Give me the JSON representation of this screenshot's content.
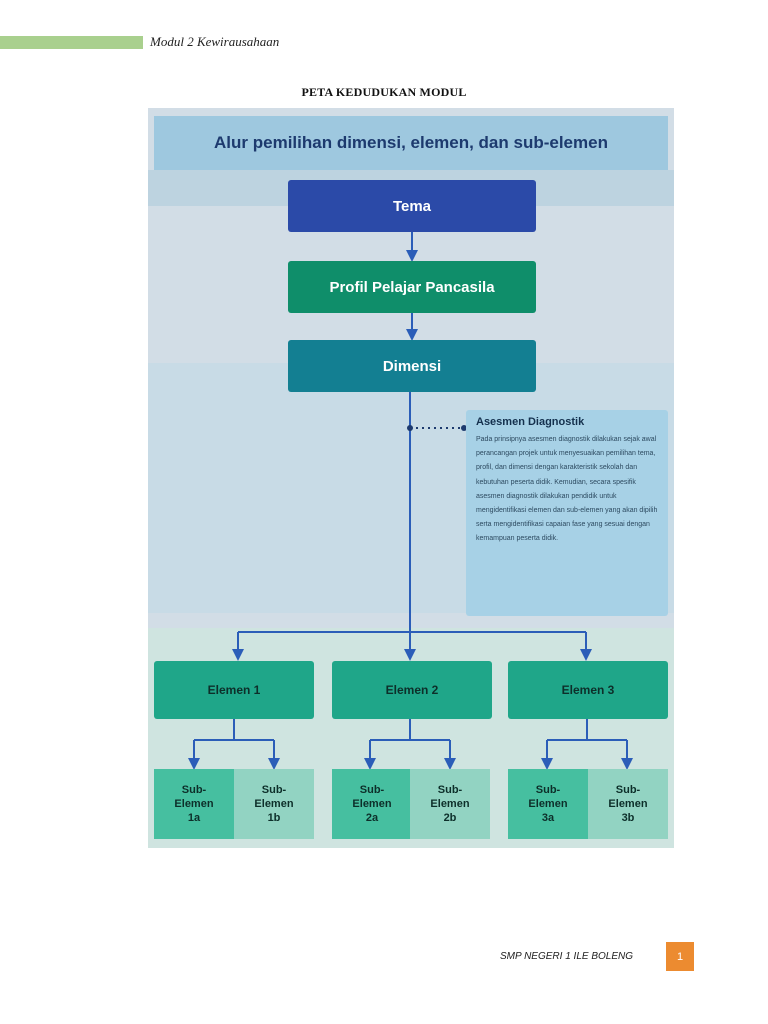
{
  "header": {
    "module_title": "Modul 2 Kewirausahaan"
  },
  "map_title": "PETA KEDUDUKAN MODUL",
  "figure": {
    "title": "Alur pemilihan dimensi, elemen, dan sub-elemen",
    "tema": "Tema",
    "profil": "Profil Pelajar Pancasila",
    "dimensi": "Dimensi",
    "callout": {
      "title": "Asesmen Diagnostik",
      "body": "Pada prinsipnya asesmen diagnostik dilakukan sejak awal perancangan projek untuk menyesuaikan pemilihan tema, profil, dan dimensi dengan karakteristik sekolah dan kebutuhan peserta didik. Kemudian, secara spesifik asesmen diagnostik dilakukan pendidik untuk mengidentifikasi elemen dan sub-elemen yang akan dipilih serta mengidentifikasi capaian fase yang sesuai dengan kemampuan peserta didik."
    },
    "elemen": [
      "Elemen 1",
      "Elemen 2",
      "Elemen 3"
    ],
    "sub_elemen": [
      "Sub-\nElemen\n1a",
      "Sub-\nElemen\n1b",
      "Sub-\nElemen\n2a",
      "Sub-\nElemen\n2b",
      "Sub-\nElemen\n3a",
      "Sub-\nElemen\n3b"
    ],
    "colors": {
      "tema": "#2b4aa8",
      "profil": "#0f8e6a",
      "dimensi": "#137f92",
      "elemen": "#1fa689",
      "connector": "#2b5db8"
    }
  },
  "footer": {
    "school": "SMP NEGERI 1 ILE BOLENG",
    "page_number": "1"
  }
}
